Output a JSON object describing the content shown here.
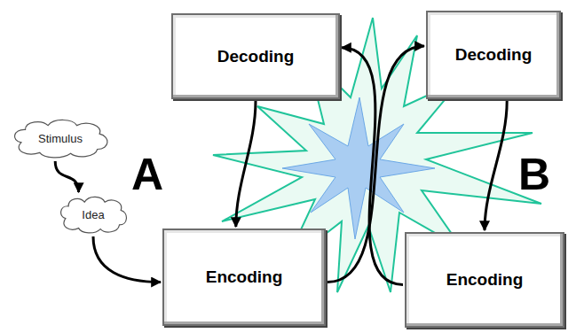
{
  "diagram": {
    "nodes": [
      {
        "text": [
          "Decoding"
        ]
      },
      {
        "text": [
          "Decoding"
        ]
      },
      {
        "text": [
          "Stimulus"
        ]
      },
      {
        "text": [
          "Idea"
        ]
      },
      {
        "text": [
          "Encoding"
        ]
      },
      {
        "text": [
          "Encoding"
        ]
      }
    ],
    "edges": [
      {
        "from": 2,
        "to": 3,
        "arrow": "to"
      },
      {
        "from": 3,
        "to": 4,
        "arrow": "to"
      },
      {
        "from": 0,
        "to": 4,
        "arrow": "to"
      },
      {
        "from": 4,
        "to": 1,
        "arrow": "to"
      },
      {
        "from": 5,
        "to": 0,
        "arrow": "to"
      },
      {
        "from": 1,
        "to": 5,
        "arrow": "to"
      }
    ],
    "labels": [
      "A",
      "B"
    ]
  }
}
